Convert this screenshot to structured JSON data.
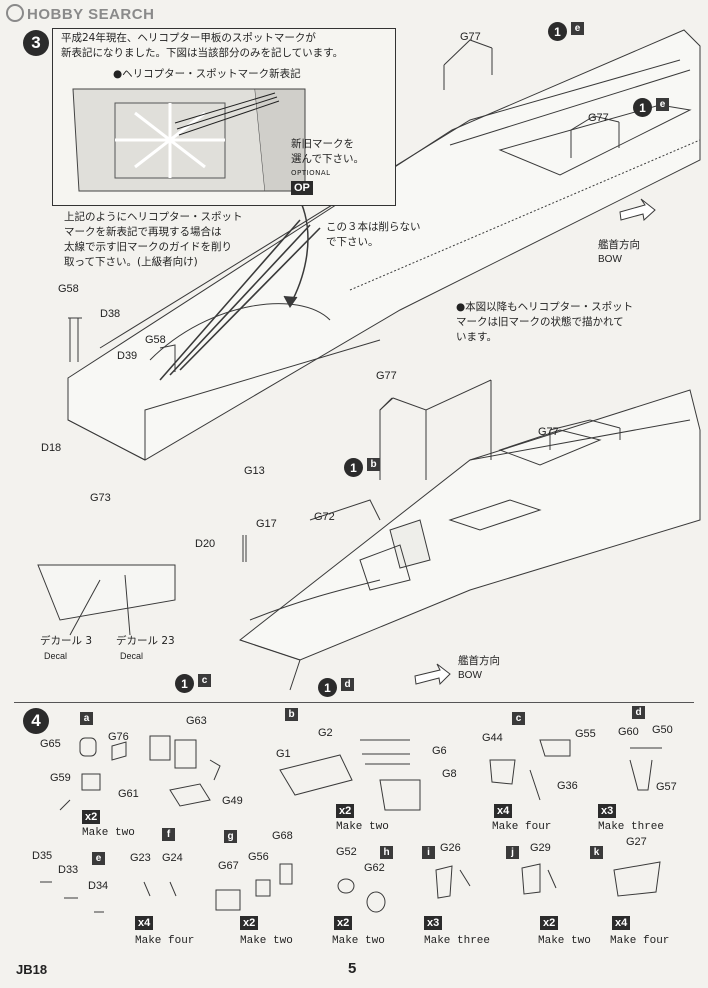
{
  "watermark": "HOBBY SEARCH",
  "page": {
    "code": "JB18",
    "number": "5"
  },
  "step3": {
    "number": "3",
    "inset_note": [
      "平成24年現在、ヘリコプター甲板のスポットマークが",
      "新表記になりました。下図は当該部分のみを記しています。"
    ],
    "inset_callout": "●ヘリコプター・スポットマーク新表記",
    "choose_note": [
      "新旧マークを",
      "選んで下さい。"
    ],
    "optional_label": "OPTIONAL",
    "op_badge": "OP",
    "modify_note": [
      "上記のようにヘリコプター・スポット",
      "マークを新表記で再現する場合は",
      "太線で示す旧マークのガイドを削り",
      "取って下さい。(上級者向け)"
    ],
    "keep_note": [
      "この３本は削らない",
      "で下さい。"
    ],
    "old_mark_note": [
      "●本図以降もヘリコプター・スポット",
      "マークは旧マークの状態で描かれて",
      "います。"
    ],
    "bow_jp": "艦首方向",
    "bow_en": "BOW",
    "subassy_e": {
      "num": "1",
      "letter": "e"
    },
    "subassy_b": {
      "num": "1",
      "letter": "b"
    },
    "subassy_c": {
      "num": "1",
      "letter": "c"
    },
    "subassy_d": {
      "num": "1",
      "letter": "d"
    },
    "parts": {
      "g77": "G77",
      "g58": "G58",
      "d38": "D38",
      "d39": "D39",
      "d18": "D18",
      "g73": "G73",
      "g13": "G13",
      "g17": "G17",
      "g72": "G72",
      "d20": "D20"
    },
    "decal3_jp": "デカール 3",
    "decal3_en": "Decal",
    "decal23_jp": "デカール 23",
    "decal23_en": "Decal"
  },
  "step4": {
    "number": "4",
    "groups": {
      "a": {
        "letter": "a",
        "parts": [
          "G65",
          "G76",
          "G59",
          "G61",
          "G63",
          "G49"
        ],
        "qty": "x2",
        "make": "Make two"
      },
      "b": {
        "letter": "b",
        "parts": [
          "G1",
          "G2",
          "G6",
          "G8"
        ],
        "qty": "x2",
        "make": "Make two"
      },
      "c": {
        "letter": "c",
        "parts": [
          "G44",
          "G55",
          "G36"
        ],
        "qty": "x4",
        "make": "Make four"
      },
      "d": {
        "letter": "d",
        "parts": [
          "G60",
          "G50",
          "G57"
        ],
        "qty": "x3",
        "make": "Make three"
      },
      "e": {
        "letter": "e",
        "parts": [
          "D35",
          "D33",
          "D34"
        ]
      },
      "f": {
        "letter": "f",
        "parts": [
          "G23",
          "G24"
        ],
        "qty": "x4",
        "make": "Make four"
      },
      "g": {
        "letter": "g",
        "parts": [
          "G68",
          "G67",
          "G56"
        ],
        "qty": "x2",
        "make": "Make two"
      },
      "h": {
        "letter": "h",
        "parts": [
          "G52",
          "G62"
        ],
        "qty": "x2",
        "make": "Make two"
      },
      "i": {
        "letter": "i",
        "parts": [
          "G26"
        ],
        "qty": "x3",
        "make": "Make three"
      },
      "j": {
        "letter": "j",
        "parts": [
          "G29"
        ],
        "qty": "x2",
        "make": "Make two"
      },
      "k": {
        "letter": "k",
        "parts": [
          "G27"
        ],
        "qty": "x4",
        "make": "Make four"
      }
    }
  }
}
